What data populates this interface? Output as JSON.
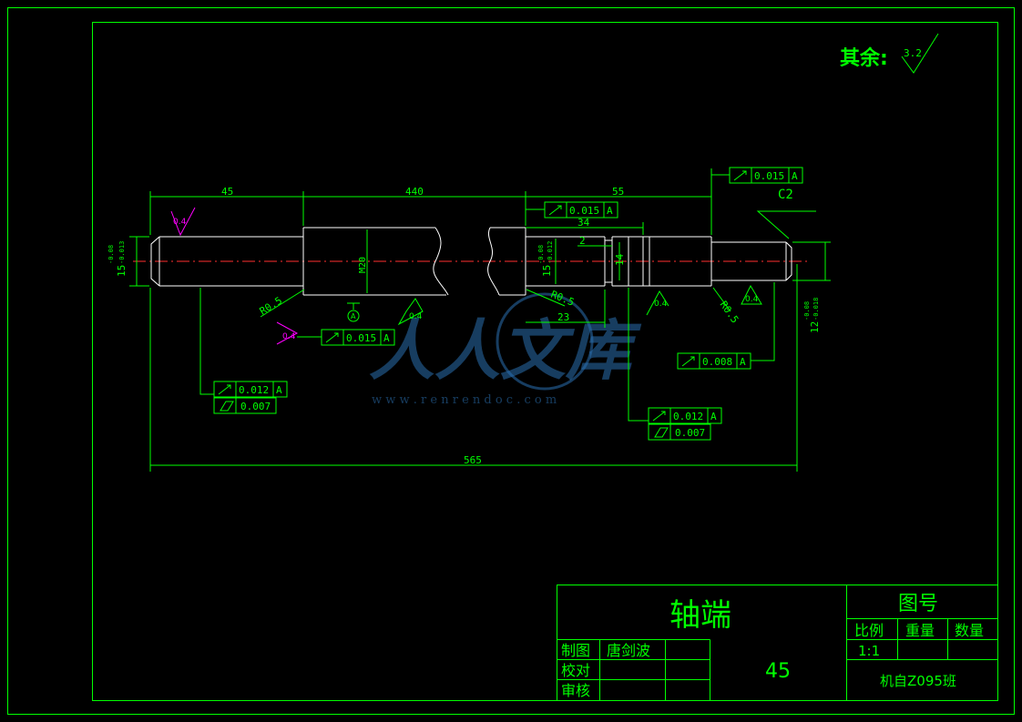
{
  "surface_note": {
    "label": "其余:",
    "roughness": "3.2"
  },
  "dims": {
    "d45": "45",
    "d440": "440",
    "d55": "55",
    "d34": "34",
    "d2": "2",
    "d14": "14",
    "d23": "23",
    "d565": "565",
    "m20": "M20",
    "dia15_left": "15",
    "dia15_left_tol_up": "-0.08",
    "dia15_left_tol_lo": "-0.013",
    "dia15_mid": "15",
    "dia15_mid_tol_up": "-0.08",
    "dia15_mid_tol_lo": "-0.012",
    "dia12": "12",
    "dia12_tol_up": "-0.08",
    "dia12_tol_lo": "-0.018",
    "r_left": "R0.5",
    "r_mid": "R0.5",
    "r_right": "R0.5",
    "chamfer": "C2"
  },
  "roughness": {
    "r1": "0.4",
    "r2": "0.4",
    "r3": "0.4",
    "r4": "0.4",
    "r5": "0.4"
  },
  "datum": {
    "label": "A"
  },
  "tolerances": {
    "fcf_top_right": {
      "value": "0.015",
      "datum": "A"
    },
    "fcf_mid_top": {
      "value": "0.015",
      "datum": "A"
    },
    "fcf_mid_low": {
      "value": "0.015",
      "datum": "A"
    },
    "fcf_right": {
      "value": "0.008",
      "datum": "A"
    },
    "fcf_left_runout": {
      "value": "0.012",
      "datum": "A"
    },
    "fcf_left_cyl": {
      "value": "0.007"
    },
    "fcf_mid_runout": {
      "value": "0.012",
      "datum": "A"
    },
    "fcf_mid_cyl": {
      "value": "0.007"
    }
  },
  "title_block": {
    "part_name": "轴端",
    "drawing_no_label": "图号",
    "scale_label": "比例",
    "weight_label": "重量",
    "qty_label": "数量",
    "scale_value": "1:1",
    "drawn_label": "制图",
    "drawn_by": "唐剑波",
    "check_label": "校对",
    "approve_label": "审核",
    "material": "45",
    "class_name": "机自Z095班"
  },
  "watermark": {
    "text": "人人文库",
    "url": "w w w . r e n r e n d o c . c o m"
  }
}
